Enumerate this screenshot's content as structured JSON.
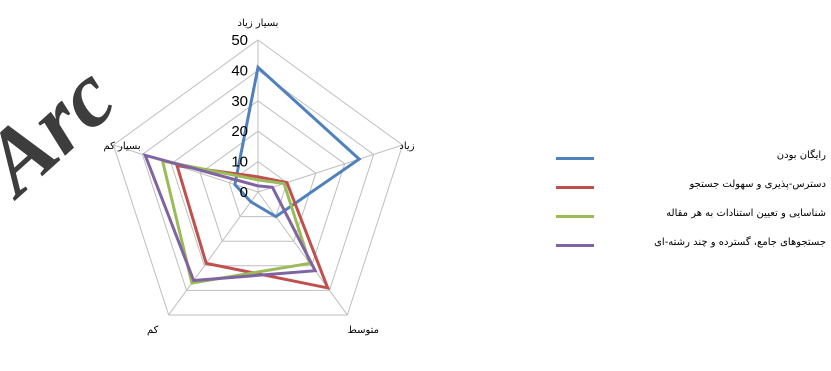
{
  "chart_data": {
    "type": "radar",
    "axes": [
      "بسیار زیاد",
      "زیاد",
      "متوسط",
      "کم",
      "بسیار کم"
    ],
    "rlim": [
      0,
      50
    ],
    "ticks": [
      0,
      10,
      20,
      30,
      40,
      50
    ],
    "grid": true,
    "legend_position": "right",
    "series": [
      {
        "name": "رایگان بودن",
        "color": "#4F81BD",
        "values": [
          41,
          35,
          10,
          4,
          8
        ]
      },
      {
        "name": "دسترس-پذیری و سهولت جستجو",
        "color": "#C0504D",
        "values": [
          5,
          10,
          39,
          29,
          28
        ]
      },
      {
        "name": "شناسایی و تعیین استنادات به هر مقاله",
        "color": "#9BBB59",
        "values": [
          4,
          9,
          29,
          37,
          33
        ]
      },
      {
        "name": "جستجوهای جامع، گسترده و چند رشته-ای",
        "color": "#8064A2",
        "values": [
          2,
          5,
          32,
          36,
          39
        ]
      }
    ]
  },
  "watermark": {
    "text": "Arc"
  }
}
